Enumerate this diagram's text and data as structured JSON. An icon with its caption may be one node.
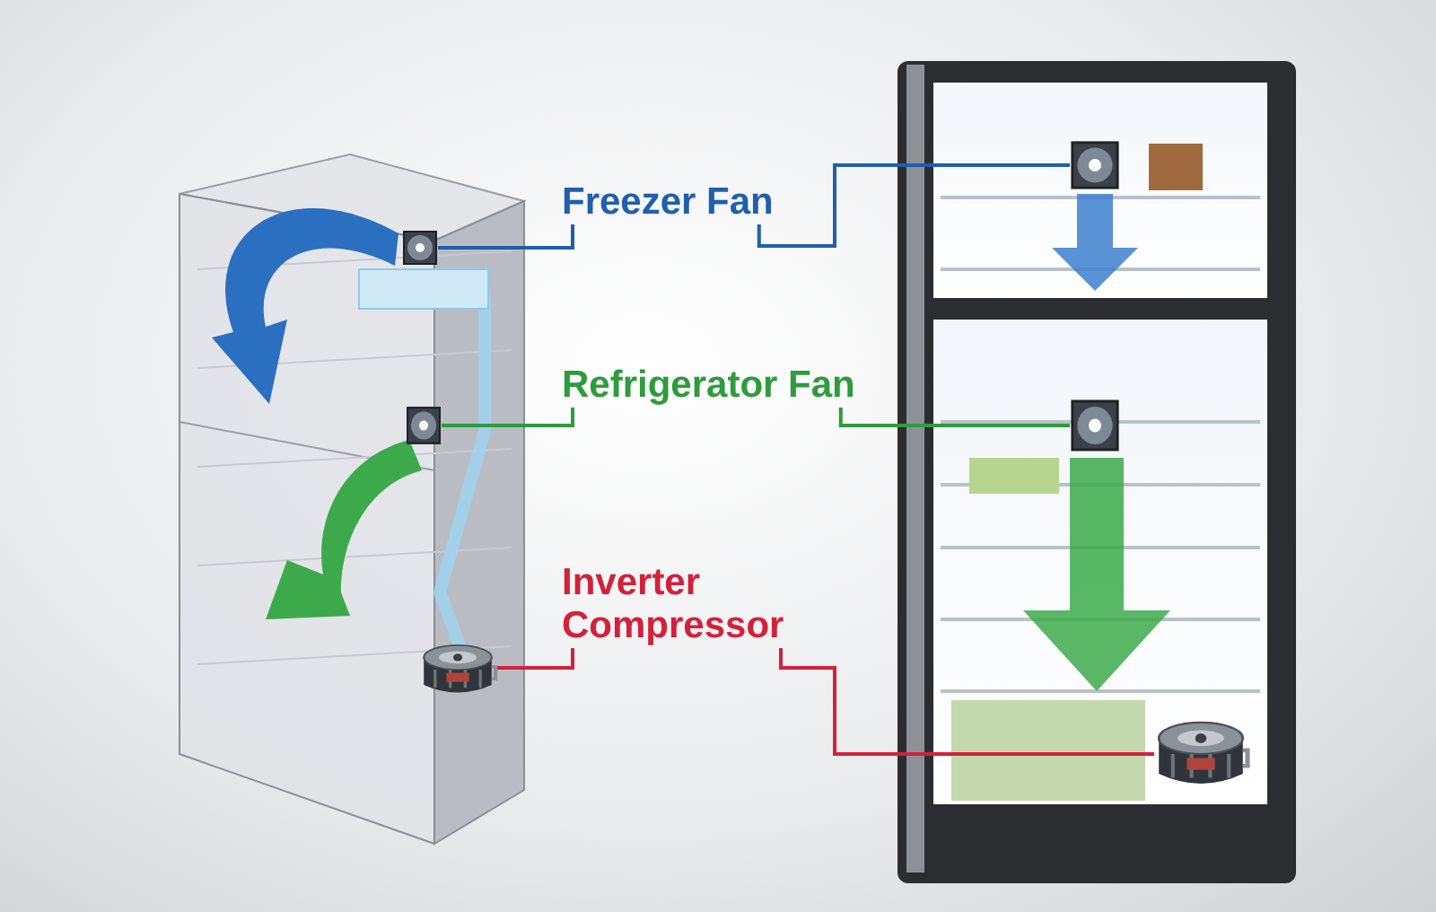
{
  "diagram": {
    "nodes": [
      {
        "text": [
          "Freezer Fan"
        ]
      },
      {
        "text": [],
        "shape": "picture"
      },
      {
        "text": [],
        "shape": "picture"
      },
      {
        "text": [
          "Refrigerator Fan"
        ]
      },
      {
        "text": [],
        "shape": "picture"
      },
      {
        "text": [],
        "shape": "picture"
      },
      {
        "text": [
          "Inverter Compressor"
        ]
      },
      {
        "text": [],
        "shape": "picture"
      },
      {
        "text": [],
        "shape": "picture"
      }
    ],
    "edges": [
      {
        "from": 0,
        "to": 1,
        "arrow": "none",
        "color": "#1f5fae"
      },
      {
        "from": 0,
        "to": 2,
        "arrow": "none",
        "color": "#1f5fae"
      },
      {
        "from": 3,
        "to": 4,
        "arrow": "none",
        "color": "#2e9b3c"
      },
      {
        "from": 3,
        "to": 5,
        "arrow": "none",
        "color": "#2e9b3c"
      },
      {
        "from": 6,
        "to": 7,
        "arrow": "none",
        "color": "#d3213b"
      },
      {
        "from": 6,
        "to": 8,
        "arrow": "none",
        "color": "#d3213b"
      }
    ]
  }
}
